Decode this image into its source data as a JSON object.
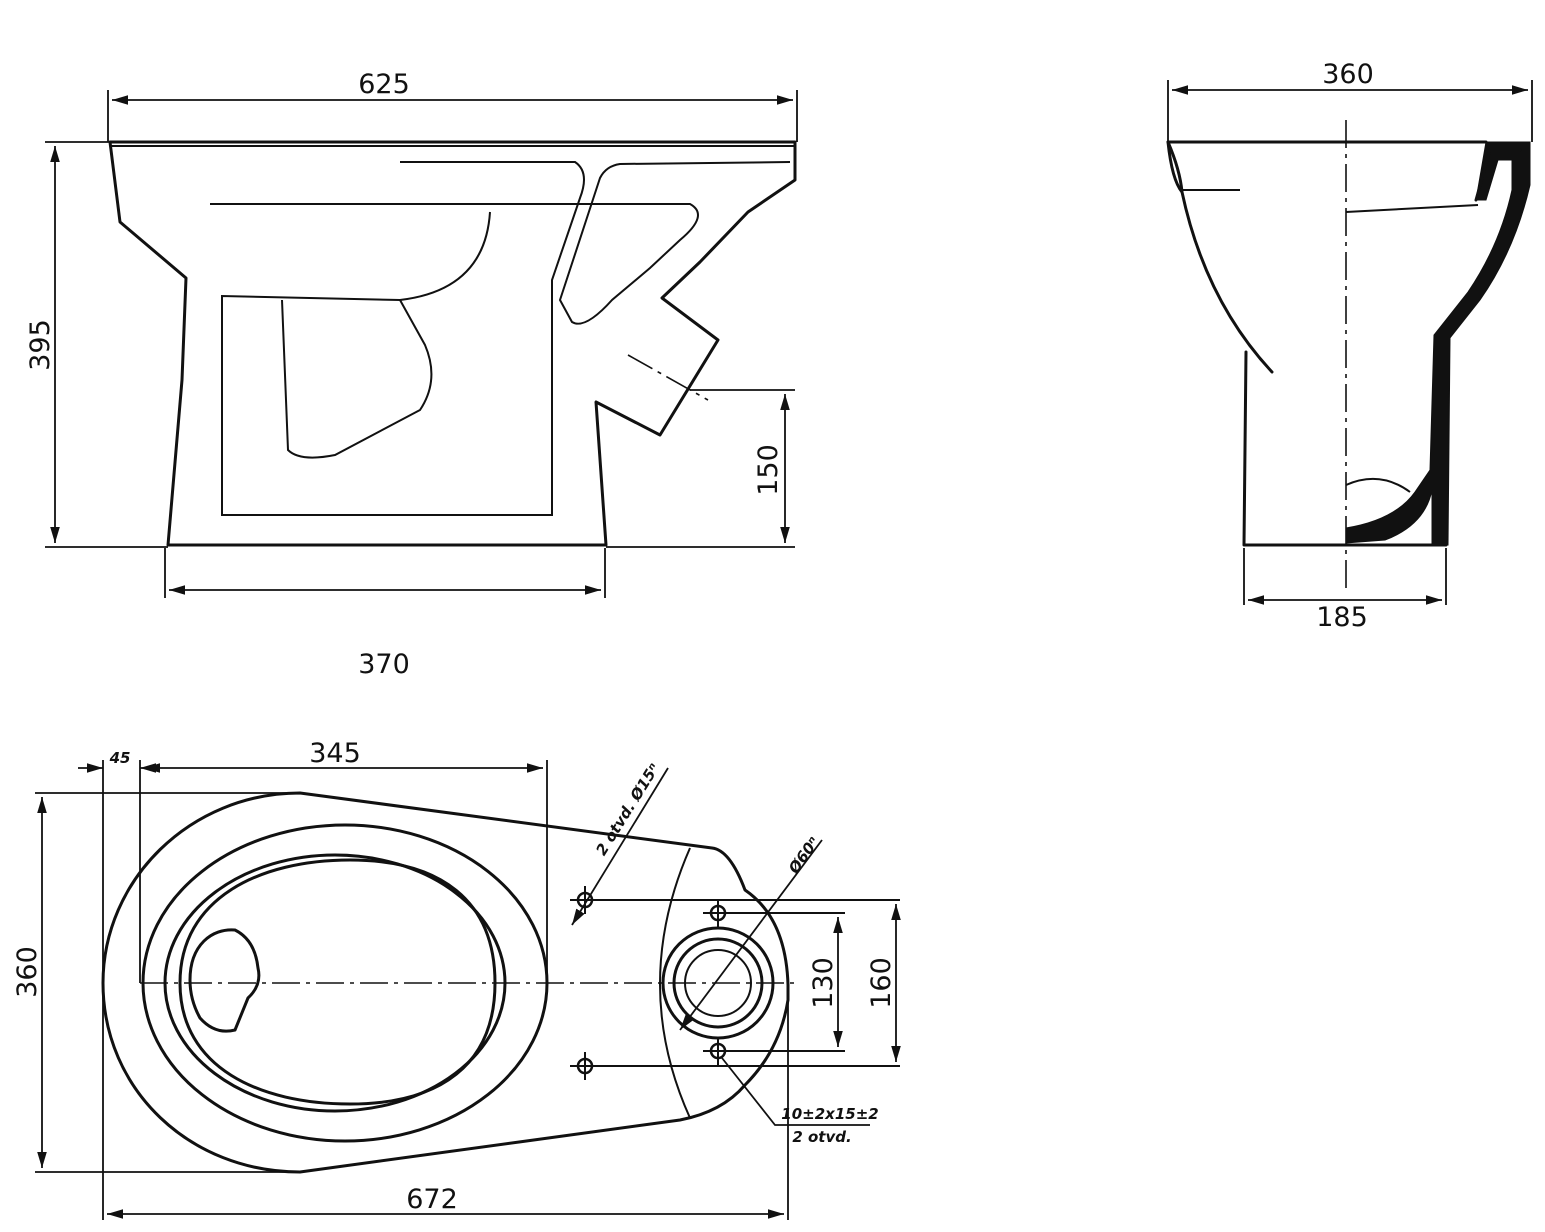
{
  "side_view": {
    "overall_length": "625",
    "overall_height": "395",
    "outlet_height": "150",
    "base_length": "370"
  },
  "front_view": {
    "top_width": "360",
    "base_width": "185"
  },
  "plan_view": {
    "rim_offset": "45",
    "bowl_length": "345",
    "overall_width": "360",
    "overall_length": "672",
    "inner_hole_spacing": "130",
    "outer_hole_spacing": "160",
    "note_fixing_holes": "2 otvd. Ø15ⁿ",
    "note_outlet": "Ø60ⁿ",
    "note_slots_line1": "10±2x15±2",
    "note_slots_line2": "2 otvd."
  }
}
